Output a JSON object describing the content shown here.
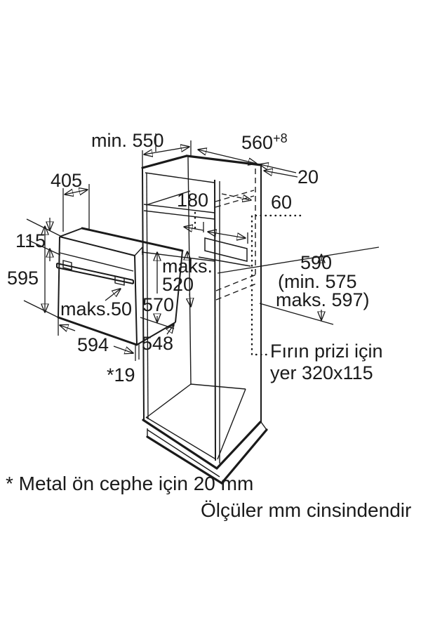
{
  "diagram": {
    "title_hint": "built-in oven installation drawing",
    "colors": {
      "line": "#1a1a1a",
      "background": "#ffffff"
    },
    "dimensions": {
      "niche_depth": "min. 550",
      "niche_width": "560",
      "niche_width_tolerance": "+8",
      "rear_gap": "20",
      "top_shelf": "180",
      "rear_clearance": "60",
      "oven_top_depth": "405",
      "control_panel_height": "115",
      "oven_height": "595",
      "max_depth_label": "maks.",
      "max_depth_value": "520",
      "body_height": "570",
      "handle_depth": "maks.50",
      "oven_width": "594",
      "body_depth": "548",
      "front_gap": "*19",
      "niche_height": "590",
      "niche_height_min": "(min. 575",
      "niche_height_max": "maks. 597)"
    },
    "notes": {
      "socket_line1": "Fırın prizi için",
      "socket_line2": "yer 320x115",
      "footnote_metal": "* Metal ön cephe için 20 mm",
      "footnote_units": "Ölçüler mm cinsindendir"
    }
  }
}
